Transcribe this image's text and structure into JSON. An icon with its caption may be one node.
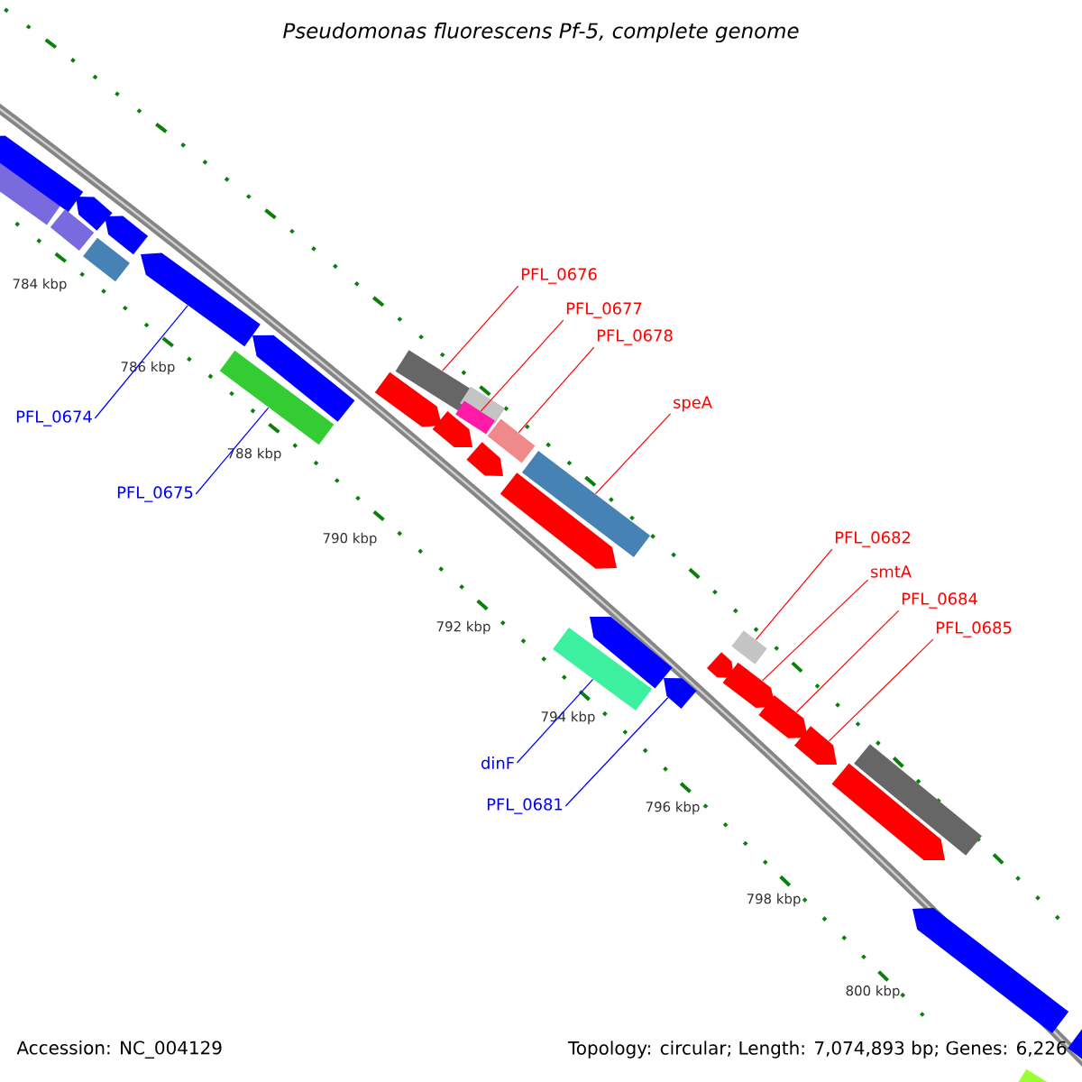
{
  "diagram": {
    "title": "Pseudomonas fluorescens Pf-5, complete genome",
    "nodes": [
      {
        "text": [],
        "shape": "box"
      },
      {
        "text": [],
        "shape": "pentagon"
      },
      {
        "text": [],
        "shape": "pentagon"
      },
      {
        "text": [],
        "shape": "box"
      },
      {
        "text": [],
        "shape": "pentagon"
      },
      {
        "text": [],
        "shape": "box"
      },
      {
        "text": [],
        "shape": "pentagon"
      },
      {
        "text": [],
        "shape": "pentagon"
      },
      {
        "text": [],
        "shape": "box"
      },
      {
        "text": [],
        "shape": "pentagon"
      },
      {
        "text": [],
        "shape": "box"
      },
      {
        "text": [],
        "shape": "box"
      },
      {
        "text": [],
        "shape": "box"
      },
      {
        "text": [],
        "shape": "pentagon"
      },
      {
        "text": [],
        "shape": "pentagon"
      },
      {
        "text": [],
        "shape": "box"
      },
      {
        "text": [],
        "shape": "box"
      },
      {
        "text": [],
        "shape": "pentagon"
      },
      {
        "text": [],
        "shape": "pentagon"
      },
      {
        "text": [],
        "shape": "box"
      },
      {
        "text": [],
        "shape": "pentagon"
      },
      {
        "text": [],
        "shape": "box"
      },
      {
        "text": [],
        "shape": "pentagon"
      },
      {
        "text": [],
        "shape": "pentagon"
      },
      {
        "text": [],
        "shape": "pentagon"
      },
      {
        "text": [],
        "shape": "pentagon"
      },
      {
        "text": [],
        "shape": "box"
      },
      {
        "text": [],
        "shape": "pentagon"
      },
      {
        "text": [],
        "shape": "pentagon"
      },
      {
        "text": [],
        "shape": "box"
      },
      {
        "text": [],
        "shape": "box"
      },
      {
        "text": [
          "PFL_0674"
        ]
      },
      {
        "text": [
          "PFL_0675"
        ]
      },
      {
        "text": [
          "PFL_0676"
        ]
      },
      {
        "text": [
          "PFL_0677"
        ]
      },
      {
        "text": [
          "PFL_0678"
        ]
      },
      {
        "text": [
          "speA"
        ]
      },
      {
        "text": [
          "dinF"
        ]
      },
      {
        "text": [
          "PFL_0681"
        ]
      },
      {
        "text": [
          "PFL_0682"
        ]
      },
      {
        "text": [
          "smtA"
        ]
      },
      {
        "text": [
          "PFL_0684"
        ]
      },
      {
        "text": [
          "PFL_0685"
        ]
      }
    ],
    "edges": [
      {
        "from": 31,
        "to": 6,
        "arrow": "none",
        "color": "#0000ff"
      },
      {
        "from": 32,
        "to": 8,
        "arrow": "none",
        "color": "#0000ff"
      },
      {
        "from": 33,
        "to": 10,
        "arrow": "none"
      },
      {
        "from": 34,
        "to": 12,
        "arrow": "none"
      },
      {
        "from": 35,
        "to": 15,
        "arrow": "none"
      },
      {
        "from": 36,
        "to": 16,
        "arrow": "none"
      },
      {
        "from": 37,
        "to": 19,
        "arrow": "none",
        "color": "#0000ff"
      },
      {
        "from": 38,
        "to": 20,
        "arrow": "none",
        "color": "#0000ff"
      },
      {
        "from": 39,
        "to": 21,
        "arrow": "none"
      },
      {
        "from": 40,
        "to": 23,
        "arrow": "none"
      },
      {
        "from": 41,
        "to": 24,
        "arrow": "none"
      },
      {
        "from": 42,
        "to": 25,
        "arrow": "none"
      }
    ],
    "labels": [
      "784 kbp",
      "786 kbp",
      "788 kbp",
      "790 kbp",
      "792 kbp",
      "794 kbp",
      "796 kbp",
      "798 kbp",
      "800 kbp",
      "Accession: NC_004129",
      "Topology: circular; Length: 7,074,893 bp; Genes: 6,226"
    ]
  }
}
